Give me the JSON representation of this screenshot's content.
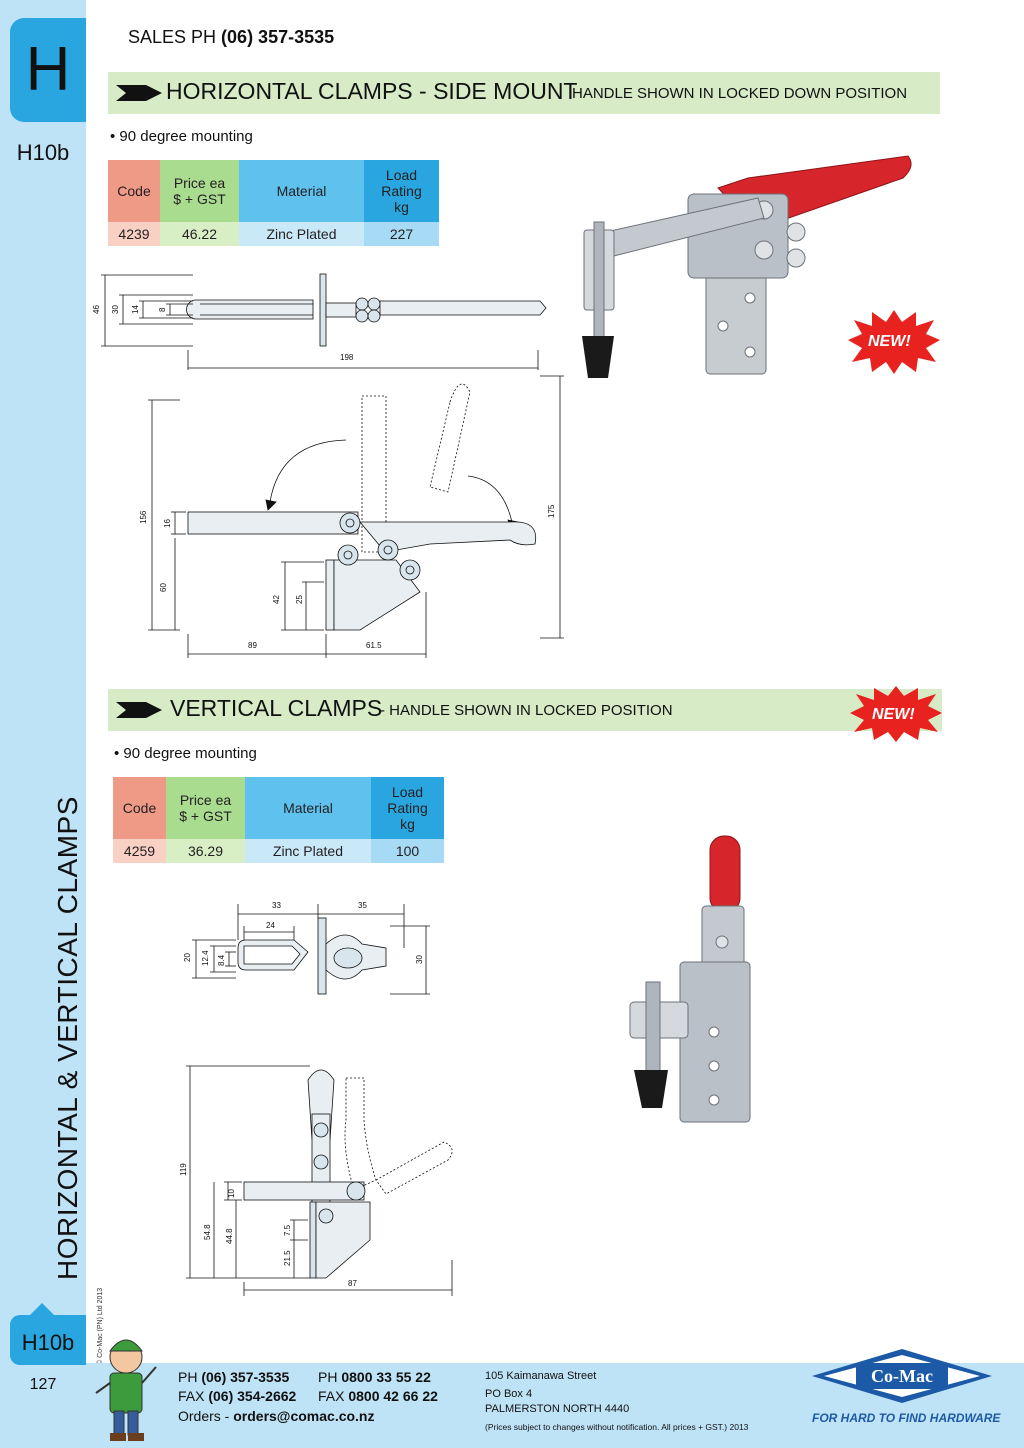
{
  "sidebar": {
    "letter": "H",
    "page_code_top": "H10b",
    "vertical_title": "HORIZONTAL & VERTICAL CLAMPS",
    "copyright": "© Co-Mac (PN) Ltd 2013",
    "page_code_bottom": "H10b",
    "page_number": "127"
  },
  "header": {
    "sales_label": "SALES  PH ",
    "sales_phone": "(06) 357-3535"
  },
  "section1": {
    "title": "HORIZONTAL CLAMPS - SIDE MOUNT",
    "subtitle": "HANDLE SHOWN IN LOCKED DOWN POSITION",
    "bullet": "• 90 degree mounting",
    "table": {
      "headers": [
        "Code",
        "Price ea\n$ + GST",
        "Material",
        "Load\nRating\nkg"
      ],
      "row": [
        "4239",
        "46.22",
        "Zinc Plated",
        "227"
      ]
    },
    "dims_top": [
      "46",
      "30",
      "14",
      "8",
      "198"
    ],
    "dims_side": [
      "156",
      "16",
      "60",
      "42",
      "25",
      "89",
      "61.5",
      "175"
    ],
    "badge": "NEW!"
  },
  "section2": {
    "title": "VERTICAL CLAMPS",
    "subtitle": "- HANDLE SHOWN IN LOCKED POSITION",
    "bullet": "• 90 degree mounting",
    "table": {
      "headers": [
        "Code",
        "Price ea\n$ + GST",
        "Material",
        "Load\nRating\nkg"
      ],
      "row": [
        "4259",
        "36.29",
        "Zinc Plated",
        "100"
      ]
    },
    "dims_top": [
      "33",
      "35",
      "24",
      "20",
      "12.4",
      "8.4",
      "30"
    ],
    "dims_side": [
      "119",
      "10",
      "54.8",
      "44.8",
      "7.5",
      "21.5",
      "87"
    ],
    "badge": "NEW!"
  },
  "footer": {
    "ph_label": "PH ",
    "ph": "(06) 357-3535",
    "fax_label": "FAX ",
    "fax": "(06) 354-2662",
    "orders_label": "Orders - ",
    "orders_email": "orders@comac.co.nz",
    "ph2_label": "PH ",
    "ph2": "0800 33 55 22",
    "fax2_label": "FAX ",
    "fax2": "0800 42 66 22",
    "address1": "105 Kaimanawa Street",
    "address2": "PO Box 4",
    "address3": "PALMERSTON NORTH 4440",
    "disclaimer": "(Prices subject to changes without notification.  All prices + GST.)  2013",
    "logo": "Co-Mac",
    "tagline": "FOR HARD TO FIND HARDWARE"
  },
  "colors": {
    "sidebar_light_blue": "#bfe3f6",
    "tab_blue": "#29a6df",
    "section_green": "#d6ebc6",
    "badge_red": "#e8231f",
    "handle_red": "#d7262b",
    "logo_blue": "#1c5aa8"
  }
}
